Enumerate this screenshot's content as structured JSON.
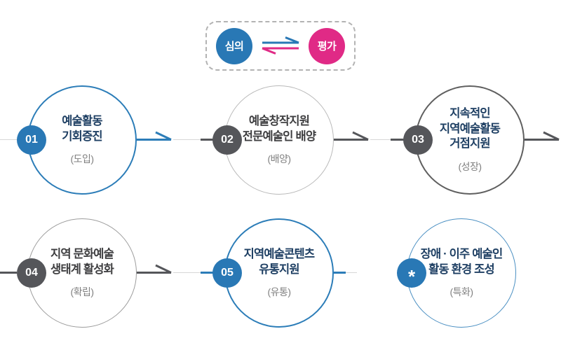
{
  "legend": {
    "left_label": "심의",
    "right_label": "평가"
  },
  "steps": [
    {
      "number": "01",
      "lines": [
        "예술활동",
        "기회증진"
      ],
      "subtitle": "(도입)"
    },
    {
      "number": "02",
      "lines": [
        "예술창작지원",
        "전문예술인 배양"
      ],
      "subtitle": "(배양)"
    },
    {
      "number": "03",
      "lines": [
        "지속적인",
        "지역예술활동",
        "거점지원"
      ],
      "subtitle": "(성장)"
    },
    {
      "number": "04",
      "lines": [
        "지역 문화예술",
        "생태계 활성화"
      ],
      "subtitle": "(확립)"
    },
    {
      "number": "05",
      "lines": [
        "지역예술콘텐츠",
        "유통지원"
      ],
      "subtitle": "(유통)"
    },
    {
      "number": "*",
      "lines": [
        "장애 · 이주 예술인",
        "활동 환경 조성"
      ],
      "subtitle": "(특화)"
    }
  ],
  "palette": {
    "blue": "#2978b5",
    "pink": "#e02a86",
    "dark_gray": "#55565a",
    "navy_text": "#1e3f63",
    "dark_text": "#3e3e40",
    "subtitle_gray": "#808080",
    "thin_line": "#d6d6d6",
    "light_gray_border": "#b9b9b9",
    "mid_gray_border": "#9c9c9c",
    "dark_gray_border": "#5f5f5f",
    "light_blue_border": "#4a8fc2",
    "dashed_border": "#b3b3b3"
  }
}
